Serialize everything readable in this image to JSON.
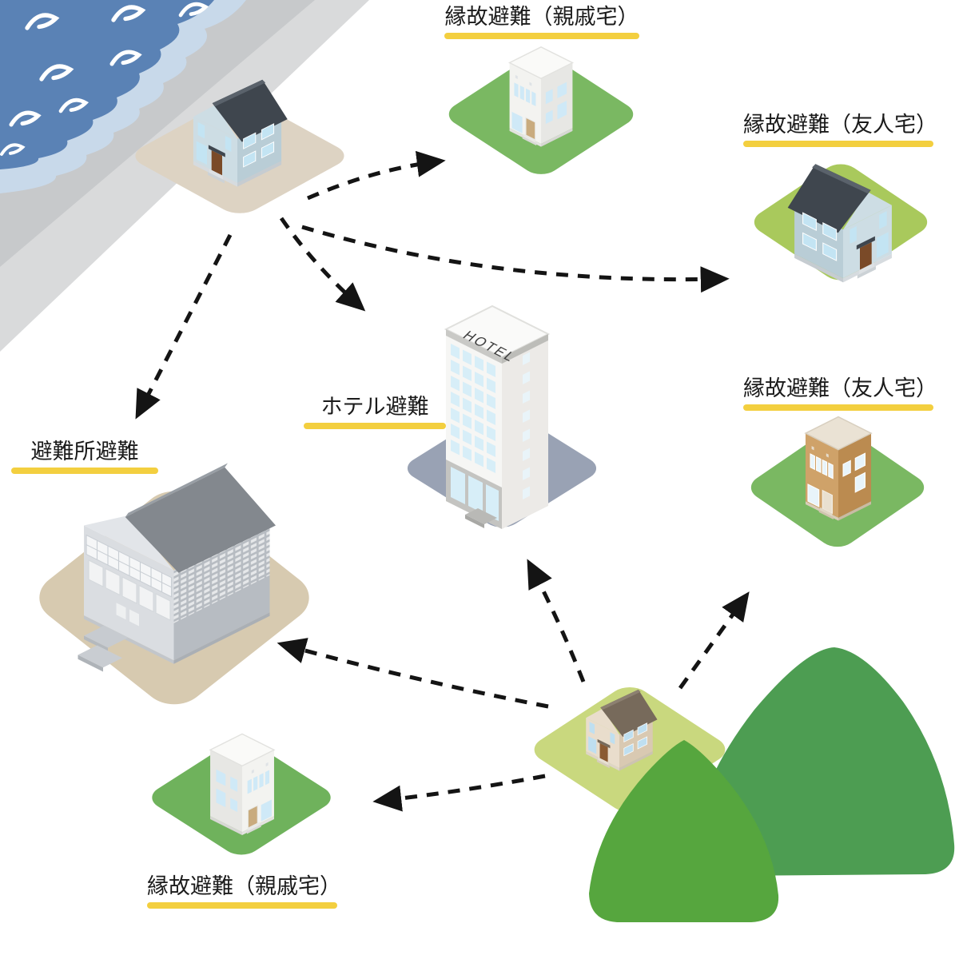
{
  "diagram": {
    "hotel_sign": "HOTEL",
    "labels": {
      "relative_top": "縁故避難（親戚宅）",
      "friend_right": "縁故避難（友人宅）",
      "hotel": "ホテル避難",
      "shelter": "避難所避難",
      "friend_mid": "縁故避難（友人宅）",
      "relative_bottom": "縁故避難（親戚宅）"
    },
    "colors": {
      "sea": "#5a82b5",
      "sea_foam": "#c8d9ea",
      "seawall_dark": "#c7c9cb",
      "seawall_light": "#d9dadb",
      "label_underline": "#f3cf3f",
      "arrow": "#141414",
      "ground_beige": "#ddd3c3",
      "ground_sand": "#d7cab0",
      "ground_green": "#7ab862",
      "ground_yellow_green": "#a9c95c",
      "ground_light_green": "#c9d87e",
      "ground_gray": "#99a2b4",
      "mountain_front": "#56a63e",
      "mountain_back": "#4d9d52"
    },
    "arrows": [
      {
        "from": "coastal-house",
        "to": "relatives-house-top"
      },
      {
        "from": "coastal-house",
        "to": "friends-house-right"
      },
      {
        "from": "coastal-house",
        "to": "hotel"
      },
      {
        "from": "coastal-house",
        "to": "evacuation-shelter"
      },
      {
        "from": "mountain-house",
        "to": "hotel"
      },
      {
        "from": "mountain-house",
        "to": "friends-house-mid"
      },
      {
        "from": "mountain-house",
        "to": "evacuation-shelter"
      },
      {
        "from": "mountain-house",
        "to": "relatives-house-bottom"
      }
    ]
  }
}
